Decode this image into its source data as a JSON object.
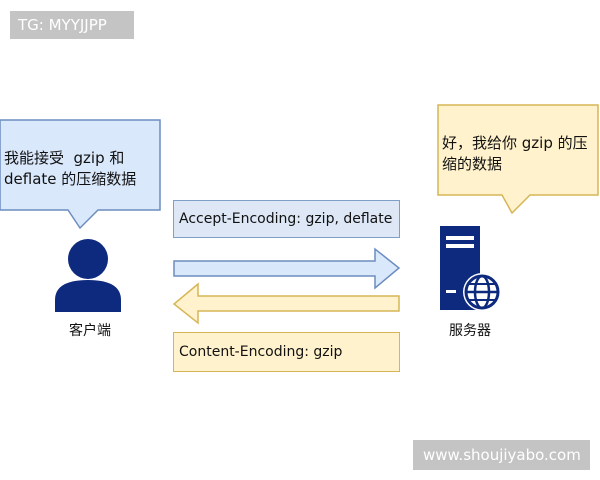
{
  "watermarks": {
    "top_left": "TG: MYYJJPP",
    "bottom_right": "www.shoujiyabo.com"
  },
  "client": {
    "speech_line1": "我能接受  gzip 和",
    "speech_line2": "deflate 的压缩数据",
    "label": "客户端"
  },
  "server": {
    "speech_line1": "好，我给你 gzip 的压",
    "speech_line2": "缩的数据",
    "label": "服务器"
  },
  "request": {
    "header": "Accept-Encoding: gzip, deflate",
    "arrow_direction": "right"
  },
  "response": {
    "header": "Content-Encoding: gzip",
    "arrow_direction": "left"
  },
  "colors": {
    "blue_fill": "#dae8fc",
    "blue_stroke": "#6c8ebf",
    "yellow_fill": "#fff2cc",
    "yellow_stroke": "#d6b656",
    "icon_navy": "#0e2a7e"
  },
  "icons": {
    "client": "user-icon",
    "server": "server-icon",
    "globe": "globe-icon"
  }
}
